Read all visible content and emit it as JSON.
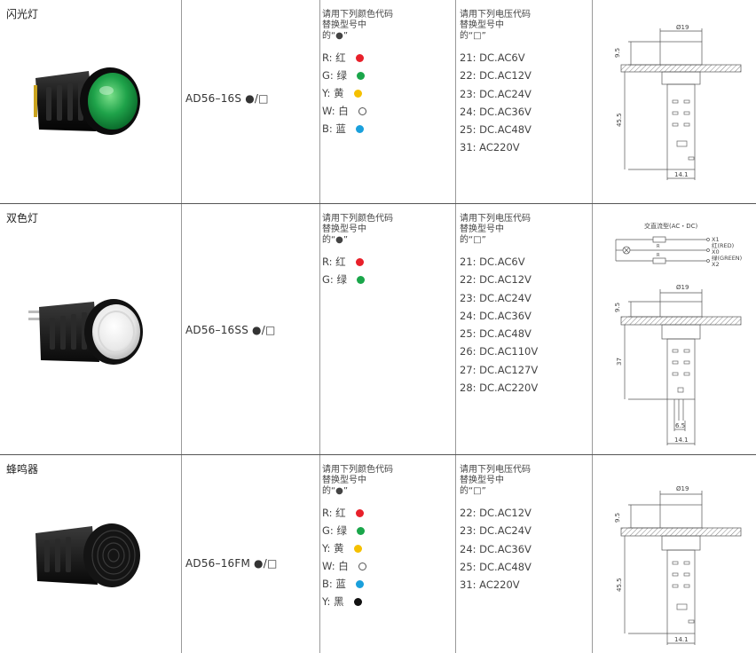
{
  "rows": [
    {
      "category": "闪光灯",
      "model": "AD56–16S ●/□",
      "color_instruction": [
        "请用下列颜色代码",
        "替换型号中",
        "的“●”"
      ],
      "colors": [
        {
          "code": "R: 红",
          "color": "#e8202a",
          "style": "fill"
        },
        {
          "code": "G: 绿",
          "color": "#1aa64a",
          "style": "fill"
        },
        {
          "code": "Y: 黄",
          "color": "#f5c000",
          "style": "fill"
        },
        {
          "code": "W: 白",
          "color": "#ffffff",
          "style": "hollow"
        },
        {
          "code": "B: 蓝",
          "color": "#1aa0dc",
          "style": "fill"
        }
      ],
      "voltage_instruction": [
        "请用下列电压代码",
        "替换型号中",
        "的“□”"
      ],
      "voltages": [
        "21: DC.AC6V",
        "22: DC.AC12V",
        "23: DC.AC24V",
        "24: DC.AC36V",
        "25: DC.AC48V",
        "31: AC220V"
      ],
      "product_image": "green-indicator-lamp",
      "drawing": {
        "diameter": "Ø19",
        "panel": "9.5",
        "length": "45.5",
        "width": "14.1"
      }
    },
    {
      "category": "双色灯",
      "model": "AD56–16SS ●/□",
      "color_instruction": [
        "请用下列颜色代码",
        "替换型号中",
        "的“●”"
      ],
      "colors": [
        {
          "code": "R: 红",
          "color": "#e8202a",
          "style": "fill"
        },
        {
          "code": "G: 绿",
          "color": "#1aa64a",
          "style": "fill"
        }
      ],
      "voltage_instruction": [
        "请用下列电压代码",
        "替换型号中",
        "的“□”"
      ],
      "voltages": [
        "21: DC.AC6V",
        "22: DC.AC12V",
        "23: DC.AC24V",
        "24: DC.AC36V",
        "25: DC.AC48V",
        "26: DC.AC110V",
        "27: DC.AC127V",
        "28: DC.AC220V"
      ],
      "product_image": "white-dual-color-lamp",
      "drawing": {
        "circuit_title": "交直流型(AC・DC)",
        "circuit_labels": [
          "X1",
          "红(RED)",
          "X0",
          "绿(GREEN)",
          "X2"
        ],
        "resistor": "R",
        "diameter": "Ø19",
        "panel": "9.5",
        "length": "37",
        "pin": "6.5",
        "width": "14.1"
      }
    },
    {
      "category": "蜂鸣器",
      "model": "AD56–16FM ●/□",
      "color_instruction": [
        "请用下列颜色代码",
        "替换型号中",
        "的“●”"
      ],
      "colors": [
        {
          "code": "R: 红",
          "color": "#e8202a",
          "style": "fill"
        },
        {
          "code": "G: 绿",
          "color": "#1aa64a",
          "style": "fill"
        },
        {
          "code": "Y: 黄",
          "color": "#f5c000",
          "style": "fill"
        },
        {
          "code": "W: 白",
          "color": "#ffffff",
          "style": "hollow"
        },
        {
          "code": "B: 蓝",
          "color": "#1aa0dc",
          "style": "fill"
        },
        {
          "code": "Y: 黑",
          "color": "#111111",
          "style": "fill"
        }
      ],
      "voltage_instruction": [
        "请用下列电压代码",
        "替换型号中",
        "的“□”"
      ],
      "voltages": [
        "22: DC.AC12V",
        "23: DC.AC24V",
        "24: DC.AC36V",
        "25: DC.AC48V",
        "31: AC220V"
      ],
      "product_image": "black-buzzer",
      "drawing": {
        "diameter": "Ø19",
        "panel": "9.5",
        "length": "45.5",
        "width": "14.1"
      }
    }
  ]
}
